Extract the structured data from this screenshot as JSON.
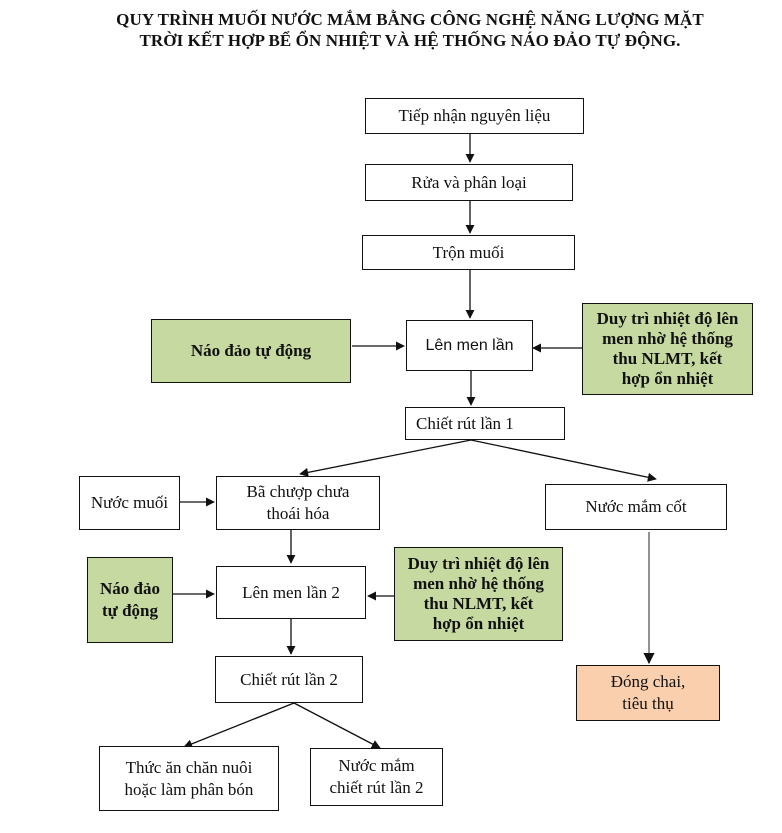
{
  "title": {
    "line1": "QUY TRÌNH MUỐI NƯỚC MẮM BẰNG CÔNG NGHỆ NĂNG LƯỢNG MẶT",
    "line2": "TRỜI KẾT HỢP BỂ ỔN NHIỆT VÀ HỆ THỐNG NÁO ĐẢO TỰ ĐỘNG."
  },
  "colors": {
    "support_fill": "#c6d9a0",
    "final_fill": "#f9cfad",
    "default_fill": "#ffffff",
    "line": "#111111"
  },
  "nodes": {
    "tiep_nhan": "Tiếp nhận nguyên liệu",
    "rua": "Rửa và phân loại",
    "tron_muoi": "Trộn muối",
    "len_men_1": "Lên men lần",
    "nao_dao_1": "Náo đảo tự động",
    "duy_tri_1": "Duy trì nhiệt độ lên\nmen nhờ hệ thống\nthu NLMT, kết\nhợp ổn nhiệt",
    "chiet_rut_1": "Chiết rút lần 1",
    "nuoc_muoi": "Nước muối",
    "ba_chuop": "Bã chượp chưa\nthoái hóa",
    "nuoc_mam_cot": "Nước mắm cốt",
    "nao_dao_2": "Náo đảo\ntự động",
    "len_men_2": "Lên men lần 2",
    "duy_tri_2": "Duy trì nhiệt độ lên\nmen nhờ hệ thống\nthu NLMT, kết\nhợp ổn nhiệt",
    "chiet_rut_2": "Chiết rút lần 2",
    "dong_chai": "Đóng chai,\ntiêu thụ",
    "thuc_an": "Thức ăn chăn nuôi\nhoặc làm phân bón",
    "nuoc_mam_2": "Nước mắm\nchiết rút lần 2"
  },
  "edges": [
    {
      "from": "tiep_nhan",
      "to": "rua"
    },
    {
      "from": "rua",
      "to": "tron_muoi"
    },
    {
      "from": "tron_muoi",
      "to": "len_men_1"
    },
    {
      "from": "nao_dao_1",
      "to": "len_men_1"
    },
    {
      "from": "duy_tri_1",
      "to": "len_men_1"
    },
    {
      "from": "len_men_1",
      "to": "chiet_rut_1"
    },
    {
      "from": "chiet_rut_1",
      "to": "ba_chuop"
    },
    {
      "from": "chiet_rut_1",
      "to": "nuoc_mam_cot"
    },
    {
      "from": "nuoc_muoi",
      "to": "ba_chuop"
    },
    {
      "from": "ba_chuop",
      "to": "len_men_2"
    },
    {
      "from": "nao_dao_2",
      "to": "len_men_2"
    },
    {
      "from": "duy_tri_2",
      "to": "len_men_2"
    },
    {
      "from": "len_men_2",
      "to": "chiet_rut_2"
    },
    {
      "from": "chiet_rut_2",
      "to": "thuc_an"
    },
    {
      "from": "chiet_rut_2",
      "to": "nuoc_mam_2"
    },
    {
      "from": "nuoc_mam_cot",
      "to": "dong_chai"
    }
  ]
}
